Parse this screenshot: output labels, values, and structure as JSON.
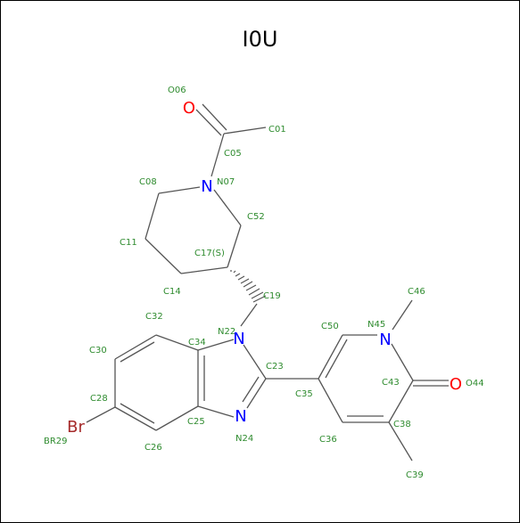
{
  "molecule": {
    "title": "I0U",
    "colors": {
      "bond": "#555555",
      "atom_label": "#2e8b2e",
      "oxygen": "#ff0000",
      "nitrogen": "#0000ff",
      "bromine": "#a52a2a"
    },
    "element_symbols": {
      "o06": "O",
      "n07": "N",
      "n22": "N",
      "n24": "N",
      "n45": "N",
      "o44": "O",
      "br29": "Br"
    },
    "atom_labels": {
      "o06": "O06",
      "c01": "C01",
      "c05": "C05",
      "c08": "C08",
      "n07": "N07",
      "c52": "C52",
      "c11": "C11",
      "c17": "C17(S)",
      "c14": "C14",
      "c19": "C19",
      "c32": "C32",
      "n22": "N22",
      "c50": "C50",
      "n45": "N45",
      "c46": "C46",
      "c30": "C30",
      "c34": "C34",
      "c23": "C23",
      "c35": "C35",
      "c43": "C43",
      "o44": "O44",
      "c28": "C28",
      "c25": "C25",
      "c38": "C38",
      "br29": "BR29",
      "n24": "N24",
      "c36": "C36",
      "c26": "C26",
      "c39": "C39"
    }
  }
}
